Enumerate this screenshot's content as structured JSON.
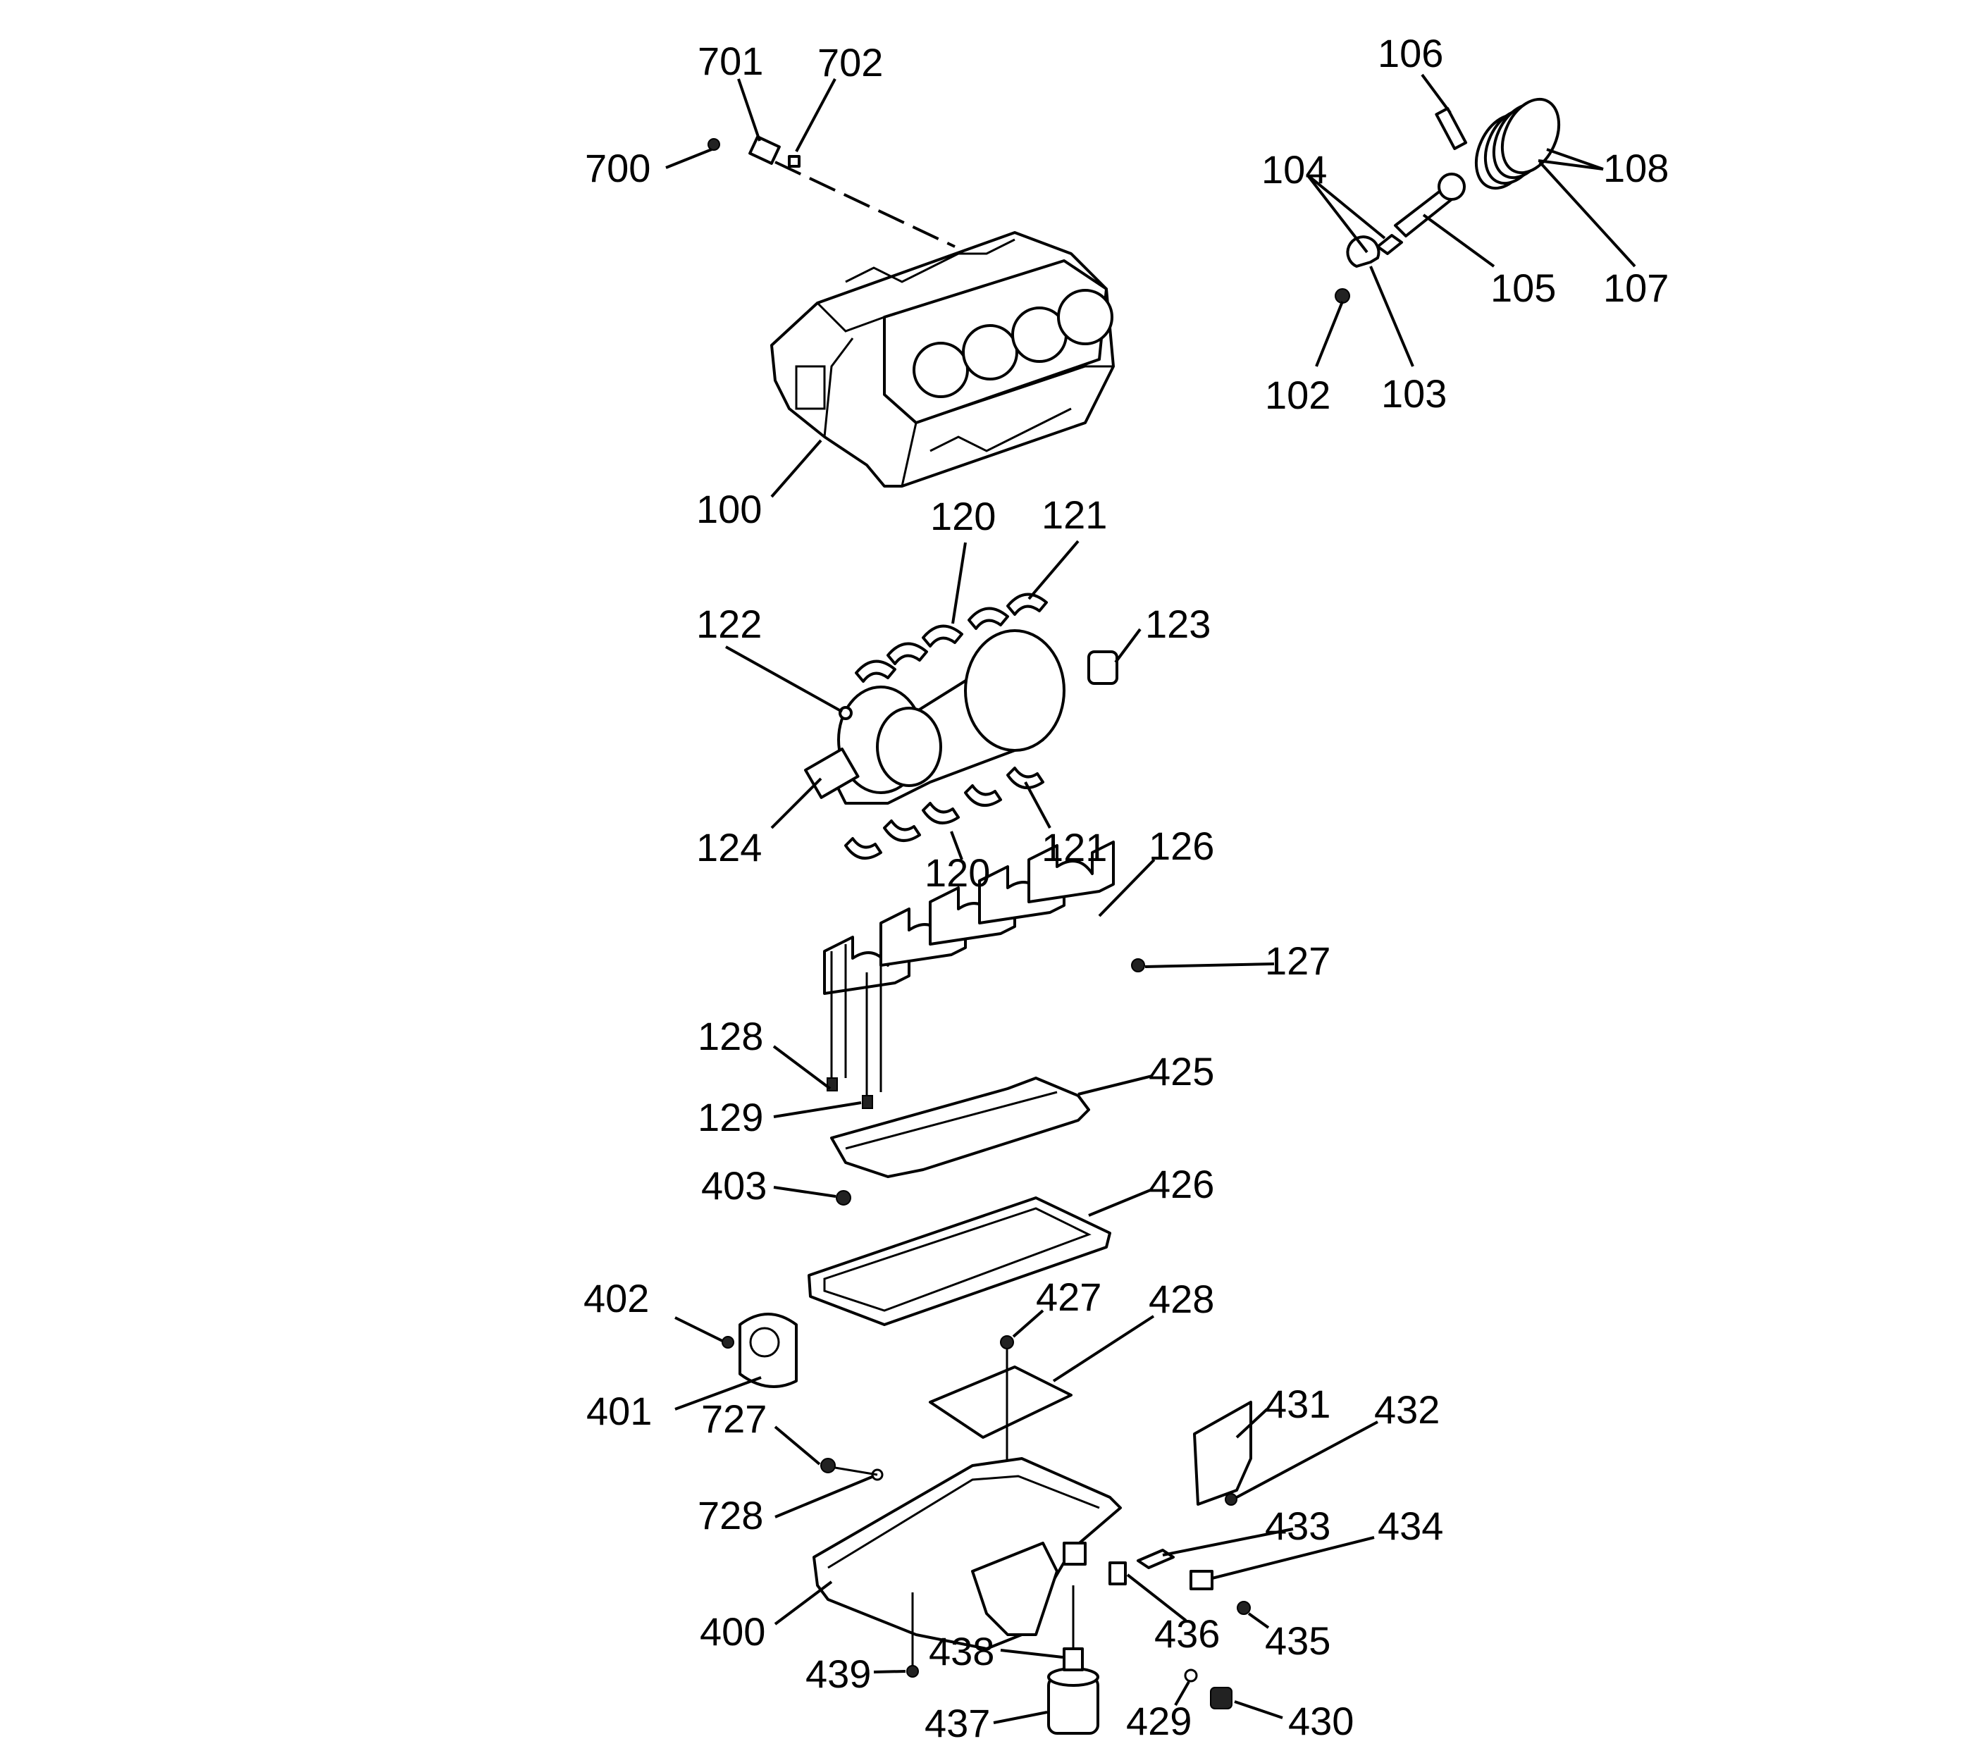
{
  "callouts": [
    {
      "text": "700"
    },
    {
      "text": "701"
    },
    {
      "text": "702"
    },
    {
      "text": "100"
    },
    {
      "text": "106"
    },
    {
      "text": "104"
    },
    {
      "text": "108"
    },
    {
      "text": "105"
    },
    {
      "text": "107"
    },
    {
      "text": "102"
    },
    {
      "text": "103"
    },
    {
      "text": "120"
    },
    {
      "text": "121"
    },
    {
      "text": "122"
    },
    {
      "text": "123"
    },
    {
      "text": "124"
    },
    {
      "text": "120"
    },
    {
      "text": "121"
    },
    {
      "text": "126"
    },
    {
      "text": "127"
    },
    {
      "text": "128"
    },
    {
      "text": "129"
    },
    {
      "text": "425"
    },
    {
      "text": "403"
    },
    {
      "text": "426"
    },
    {
      "text": "402"
    },
    {
      "text": "401"
    },
    {
      "text": "427"
    },
    {
      "text": "428"
    },
    {
      "text": "727"
    },
    {
      "text": "728"
    },
    {
      "text": "431"
    },
    {
      "text": "432"
    },
    {
      "text": "433"
    },
    {
      "text": "434"
    },
    {
      "text": "400"
    },
    {
      "text": "436"
    },
    {
      "text": "435"
    },
    {
      "text": "438"
    },
    {
      "text": "439"
    },
    {
      "text": "437"
    },
    {
      "text": "429"
    },
    {
      "text": "430"
    }
  ]
}
